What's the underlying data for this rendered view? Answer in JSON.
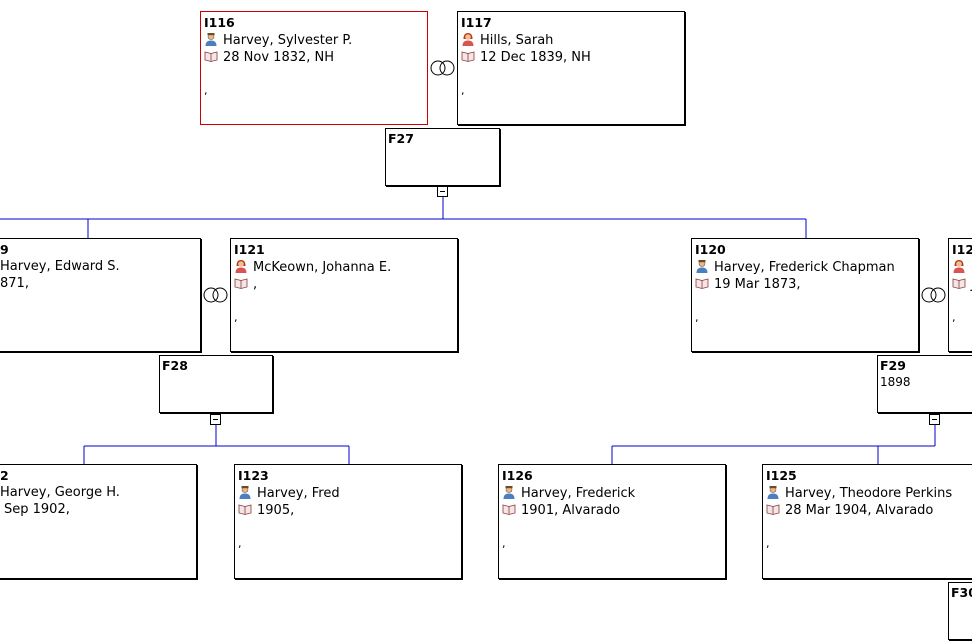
{
  "people": [
    {
      "key": "p116",
      "id": "I116",
      "name": "Harvey, Sylvester P.",
      "birth": "28 Nov 1832, NH",
      "place": ",",
      "sex": "male",
      "selected": true
    },
    {
      "key": "p117",
      "id": "I117",
      "name": "Hills, Sarah",
      "birth": "12 Dec 1839, NH",
      "place": ",",
      "sex": "female"
    },
    {
      "key": "p119",
      "id": "9",
      "name": "Harvey, Edward S.",
      "birth": "871,",
      "place": "",
      "sex": "male"
    },
    {
      "key": "p121",
      "id": "I121",
      "name": "McKeown, Johanna E.",
      "birth": ",",
      "place": ",",
      "sex": "female"
    },
    {
      "key": "p120",
      "id": "I120",
      "name": "Harvey, Frederick Chapman",
      "birth": "19 Mar 1873,",
      "place": ",",
      "sex": "male"
    },
    {
      "key": "p12x",
      "id": "I12",
      "name": "J",
      "birth": "",
      "place": ",",
      "sex": "female"
    },
    {
      "key": "p122",
      "id": "2",
      "name": "Harvey, George H.",
      "birth": "Sep 1902,",
      "place": "",
      "sex": "male"
    },
    {
      "key": "p123",
      "id": "I123",
      "name": "Harvey, Fred",
      "birth": "1905,",
      "place": ",",
      "sex": "male"
    },
    {
      "key": "p126",
      "id": "I126",
      "name": "Harvey, Frederick",
      "birth": "1901, Alvarado",
      "place": ",",
      "sex": "male"
    },
    {
      "key": "p125",
      "id": "I125",
      "name": "Harvey, Theodore Perkins",
      "birth": "28 Mar 1904, Alvarado",
      "place": ",",
      "sex": "male"
    }
  ],
  "families": [
    {
      "key": "f27",
      "id": "F27",
      "date": ""
    },
    {
      "key": "f28",
      "id": "F28",
      "date": ""
    },
    {
      "key": "f29",
      "id": "F29",
      "date": "1898"
    },
    {
      "key": "f30",
      "id": "F30",
      "date": ""
    }
  ],
  "colors": {
    "connector": "#0000cc",
    "selected_border": "#cc0000",
    "box_border": "#000000",
    "male_icon": "#4a7fc1",
    "female_icon": "#d9534f"
  },
  "icons": {
    "male": "male-person-icon",
    "female": "female-person-icon",
    "birth": "birth-book-icon",
    "marriage": "marriage-rings-icon",
    "collapse": "collapse-minus-icon"
  }
}
